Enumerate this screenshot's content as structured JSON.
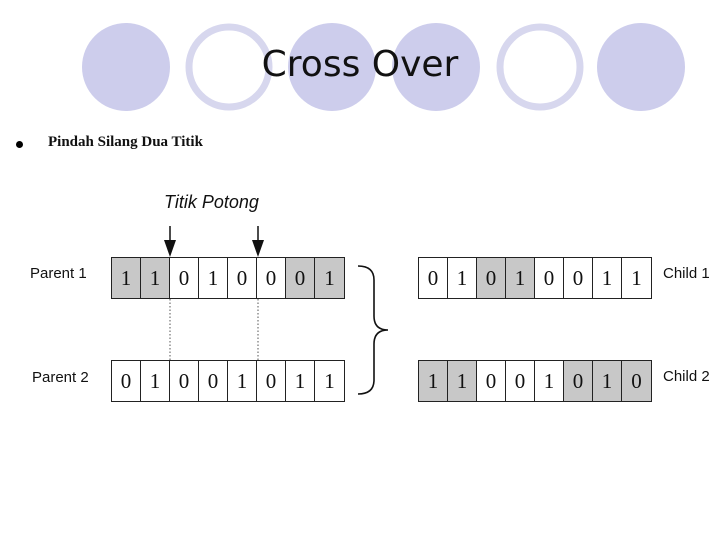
{
  "title": "Cross Over",
  "bullet": "Pindah Silang Dua Titik",
  "cut_label": "Titik Potong",
  "rows": [
    {
      "id": "parent-1",
      "label": "Parent 1",
      "bits": [
        "1",
        "1",
        "0",
        "1",
        "0",
        "0",
        "0",
        "1"
      ],
      "shaded": [
        true,
        true,
        false,
        false,
        false,
        false,
        true,
        true
      ]
    },
    {
      "id": "parent-2",
      "label": "Parent 2",
      "bits": [
        "0",
        "1",
        "0",
        "0",
        "1",
        "0",
        "1",
        "1"
      ],
      "shaded": [
        false,
        false,
        false,
        false,
        false,
        false,
        false,
        false
      ]
    },
    {
      "id": "child-1",
      "label": "Child 1",
      "bits": [
        "0",
        "1",
        "0",
        "1",
        "0",
        "0",
        "1",
        "1"
      ],
      "shaded": [
        false,
        false,
        true,
        true,
        false,
        false,
        false,
        false
      ]
    },
    {
      "id": "child-2",
      "label": "Child 2",
      "bits": [
        "1",
        "1",
        "0",
        "0",
        "1",
        "0",
        "1",
        "0"
      ],
      "shaded": [
        true,
        true,
        false,
        false,
        false,
        true,
        true,
        true
      ]
    }
  ],
  "colors": {
    "circle_fill": "#cdcdec",
    "circle_ring": "#d7d7ee",
    "shaded_cell": "#c8c8c8"
  }
}
